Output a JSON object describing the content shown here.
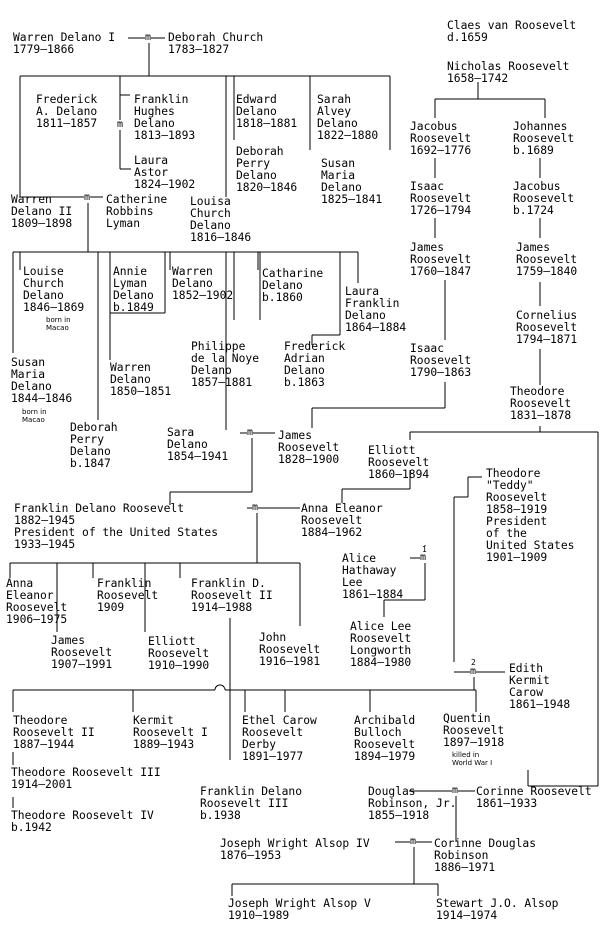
{
  "marriage_label": "m",
  "people": {
    "warren_delano_i": [
      "Warren Delano I",
      "1779–1866"
    ],
    "deborah_church": [
      "Deborah Church",
      "1783–1827"
    ],
    "frederick_delano": [
      "Frederick",
      "A. Delano",
      "1811–1857"
    ],
    "franklin_hughes_delano": [
      "Franklin",
      "Hughes",
      "Delano",
      "1813–1893"
    ],
    "laura_astor": [
      "Laura",
      "Astor",
      "1824–1902"
    ],
    "edward_delano": [
      "Edward",
      "Delano",
      "1818–1881"
    ],
    "deborah_perry_delano_1820": [
      "Deborah",
      "Perry",
      "Delano",
      "1820–1846"
    ],
    "sarah_alvey_delano": [
      "Sarah",
      "Alvey",
      "Delano",
      "1822–1880"
    ],
    "susan_maria_delano_1825": [
      "Susan",
      "Maria",
      "Delano",
      "1825–1841"
    ],
    "warren_delano_ii": [
      "Warren",
      "Delano II",
      "1809–1898"
    ],
    "catherine_robbins_lyman": [
      "Catherine",
      "Robbins",
      "Lyman"
    ],
    "louisa_church_delano_1816": [
      "Louisa",
      "Church",
      "Delano",
      "1816–1846"
    ],
    "louise_church_delano_1846": [
      "Louise",
      "Church",
      "Delano",
      "1846–1869"
    ],
    "annie_lyman_delano": [
      "Annie",
      "Lyman",
      "Delano",
      "b.1849"
    ],
    "warren_delano_1852": [
      "Warren",
      "Delano",
      "1852–1902"
    ],
    "catharine_delano": [
      "Catharine",
      "Delano",
      "b.1860"
    ],
    "laura_franklin_delano": [
      "Laura",
      "Franklin",
      "Delano",
      "1864–1884"
    ],
    "susan_maria_delano_1844": [
      "Susan",
      "Maria",
      "Delano",
      "1844–1846"
    ],
    "warren_delano_1850": [
      "Warren",
      "Delano",
      "1850–1851"
    ],
    "philippe_de_la_noye_delano": [
      "Philippe",
      "de la Noye",
      "Delano",
      "1857–1881"
    ],
    "frederick_adrian_delano": [
      "Frederick",
      "Adrian",
      "Delano",
      "b.1863"
    ],
    "deborah_perry_delano_1847": [
      "Deborah",
      "Perry",
      "Delano",
      "b.1847"
    ],
    "sara_delano": [
      "Sara",
      "Delano",
      "1854–1941"
    ],
    "james_roosevelt_1828": [
      "James",
      "Roosevelt",
      "1828–1900"
    ],
    "claes_van_roosevelt": [
      "Claes van Roosevelt",
      "d.1659"
    ],
    "nicholas_roosevelt": [
      "Nicholas Roosevelt",
      "1658–1742"
    ],
    "jacobus_roosevelt_1692": [
      "Jacobus",
      "Roosevelt",
      "1692–1776"
    ],
    "johannes_roosevelt": [
      "Johannes",
      "Roosevelt",
      "b.1689"
    ],
    "isaac_roosevelt_1726": [
      "Isaac",
      "Roosevelt",
      "1726–1794"
    ],
    "jacobus_roosevelt_1724": [
      "Jacobus",
      "Roosevelt",
      "b.1724"
    ],
    "james_roosevelt_1760": [
      "James",
      "Roosevelt",
      "1760–1847"
    ],
    "james_roosevelt_1759": [
      "James",
      "Roosevelt",
      "1759–1840"
    ],
    "cornelius_roosevelt": [
      "Cornelius",
      "Roosevelt",
      "1794–1871"
    ],
    "isaac_roosevelt_1790": [
      "Isaac",
      "Roosevelt",
      "1790–1863"
    ],
    "theodore_roosevelt_sr": [
      "Theodore",
      "Roosevelt",
      "1831–1878"
    ],
    "elliott_roosevelt_1860": [
      "Elliott",
      "Roosevelt",
      "1860–1894"
    ],
    "fdr": [
      "Franklin Delano Roosevelt",
      "1882–1945",
      "President of the United States",
      "1933–1945"
    ],
    "anna_eleanor_roosevelt_1884": [
      "Anna Eleanor",
      "Roosevelt",
      "1884–1962"
    ],
    "theodore_teddy_roosevelt": [
      "Theodore",
      "\"Teddy\"",
      "Roosevelt",
      "1858–1919",
      "President",
      "of the",
      "United States",
      "1901–1909"
    ],
    "alice_hathaway_lee": [
      "Alice",
      "Hathaway",
      "Lee",
      "1861–1884"
    ],
    "alice_lee_roosevelt_longworth": [
      "Alice Lee",
      "Roosevelt",
      "Longworth",
      "1884–1980"
    ],
    "edith_kermit_carow": [
      "Edith",
      "Kermit",
      "Carow",
      "1861–1948"
    ],
    "anna_eleanor_roosevelt_1906": [
      "Anna",
      "Eleanor",
      "Roosevelt",
      "1906–1975"
    ],
    "franklin_roosevelt_1909": [
      "Franklin",
      "Roosevelt",
      "1909"
    ],
    "franklin_d_roosevelt_ii": [
      "Franklin D.",
      "Roosevelt II",
      "1914–1988"
    ],
    "james_roosevelt_1907": [
      "James",
      "Roosevelt",
      "1907–1991"
    ],
    "elliott_roosevelt_1910": [
      "Elliott",
      "Roosevelt",
      "1910–1990"
    ],
    "john_roosevelt": [
      "John",
      "Roosevelt",
      "1916–1981"
    ],
    "theodore_roosevelt_ii": [
      "Theodore",
      "Roosevelt II",
      "1887–1944"
    ],
    "kermit_roosevelt_i": [
      "Kermit",
      "Roosevelt I",
      "1889–1943"
    ],
    "ethel_carow_roosevelt_derby": [
      "Ethel Carow",
      "Roosevelt",
      "Derby",
      "1891–1977"
    ],
    "archibald_bulloch_roosevelt": [
      "Archibald",
      "Bulloch",
      "Roosevelt",
      "1894–1979"
    ],
    "quentin_roosevelt": [
      "Quentin",
      "Roosevelt",
      "1897–1918"
    ],
    "theodore_roosevelt_iii": [
      "Theodore Roosevelt III",
      "1914–2001"
    ],
    "theodore_roosevelt_iv": [
      "Theodore Roosevelt IV",
      "b.1942"
    ],
    "franklin_delano_roosevelt_iii": [
      "Franklin Delano",
      "Roosevelt III",
      "b.1938"
    ],
    "douglas_robinson": [
      "Douglas",
      "Robinson, Jr.",
      "1855–1918"
    ],
    "corinne_roosevelt": [
      "Corinne Roosevelt",
      "1861–1933"
    ],
    "joseph_wright_alsop_iv": [
      "Joseph Wright Alsop IV",
      "1876–1953"
    ],
    "corinne_douglas_robinson": [
      "Corinne Douglas",
      "Robinson",
      "1886–1971"
    ],
    "joseph_wright_alsop_v": [
      "Joseph Wright Alsop V",
      "1910–1989"
    ],
    "stewart_alsop": [
      "Stewart J.O. Alsop",
      "1914–1974"
    ]
  },
  "notes": {
    "born_macao_1": [
      "born in",
      "Macao"
    ],
    "born_macao_2": [
      "born in",
      "Macao"
    ],
    "killed_ww1": [
      "killed in",
      "World War I"
    ]
  },
  "marriage_numbers": {
    "first": "1",
    "second": "2"
  }
}
